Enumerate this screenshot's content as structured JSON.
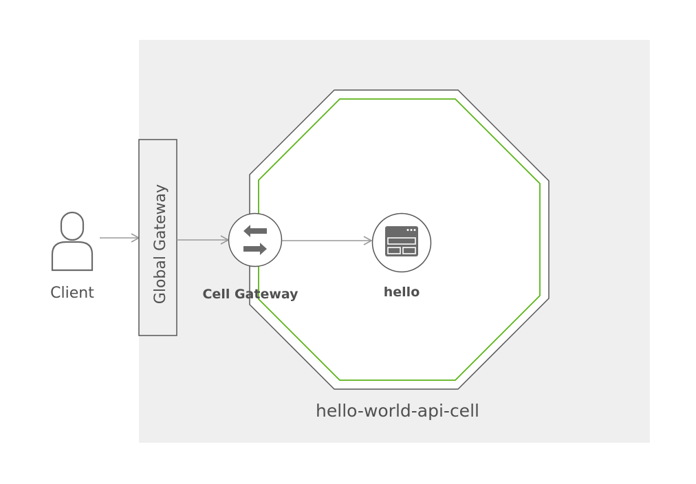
{
  "client": {
    "label": "Client",
    "icon": "user-icon"
  },
  "global_gateway": {
    "label": "Global Gateway"
  },
  "cell": {
    "name": "hello-world-api-cell",
    "border_color": "#5bb318",
    "gateway": {
      "label": "Cell Gateway",
      "icon": "swap-arrows-icon"
    },
    "components": [
      {
        "label": "hello",
        "icon": "web-app-icon"
      }
    ]
  },
  "colors": {
    "background_panel": "#efefef",
    "outline": "#555555",
    "text": "#505050",
    "arrow": "#999999",
    "cell_border": "#5bb318"
  }
}
